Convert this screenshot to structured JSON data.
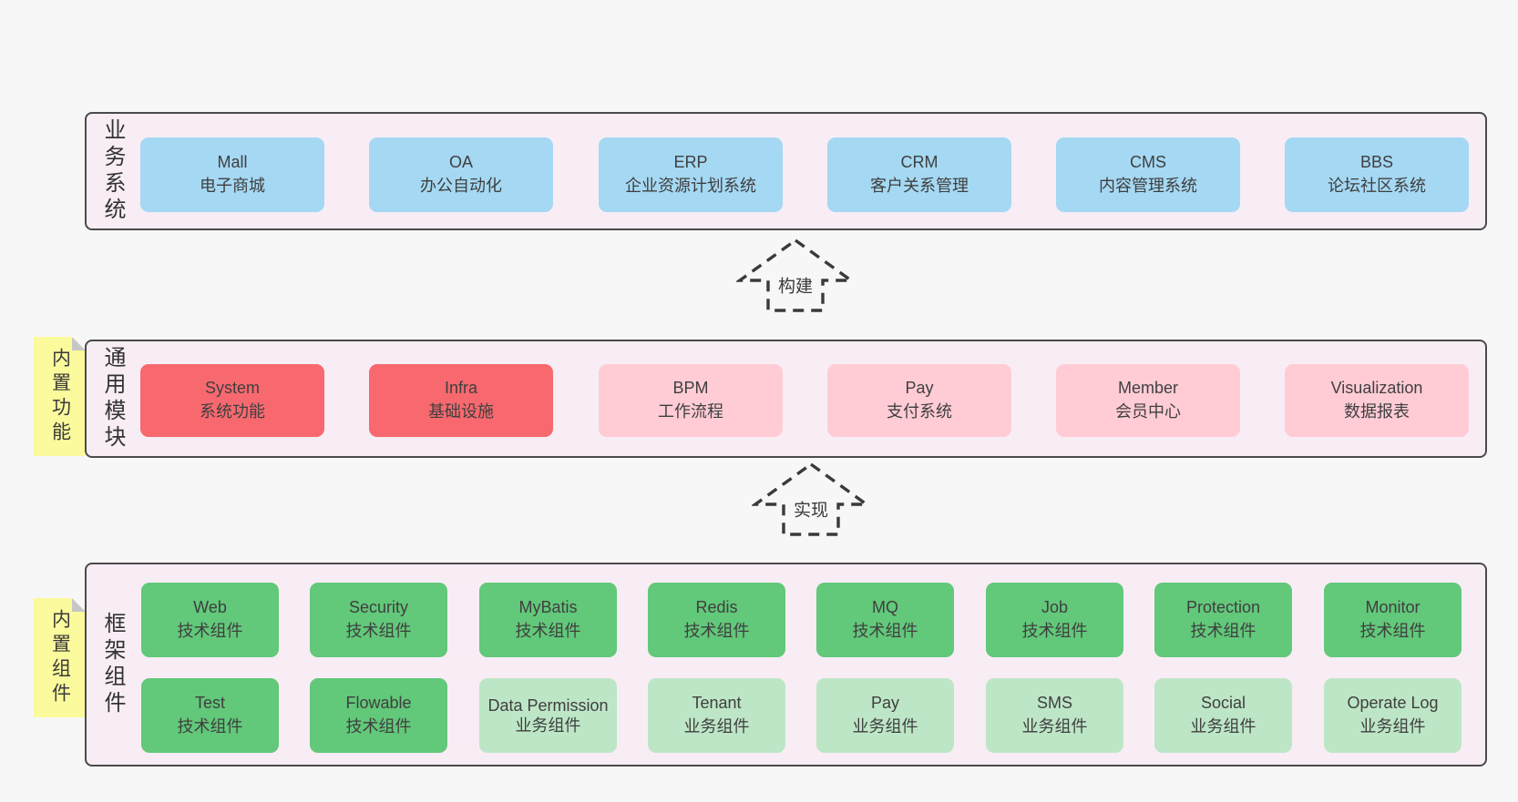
{
  "colors": {
    "background": "#f7f7f7",
    "panel": "#f8edf5",
    "panel_border": "#4a4a4a",
    "blue_box": "#a5d8f3",
    "red_box": "#f7696f",
    "pink_box": "#ffccd6",
    "green_box": "#62c87a",
    "light_green_box": "#bde6c6",
    "note_yellow": "#fbfa9c",
    "text": "#3d3d3d"
  },
  "arrows": [
    {
      "label": "构建"
    },
    {
      "label": "实现"
    }
  ],
  "sections": [
    {
      "label": "业务系统",
      "boxes": [
        {
          "title": "Mall",
          "subtitle": "电子商城",
          "variant": "blue"
        },
        {
          "title": "OA",
          "subtitle": "办公自动化",
          "variant": "blue"
        },
        {
          "title": "ERP",
          "subtitle": "企业资源计划系统",
          "variant": "blue"
        },
        {
          "title": "CRM",
          "subtitle": "客户关系管理",
          "variant": "blue"
        },
        {
          "title": "CMS",
          "subtitle": "内容管理系统",
          "variant": "blue"
        },
        {
          "title": "BBS",
          "subtitle": "论坛社区系统",
          "variant": "blue"
        }
      ]
    },
    {
      "label": "通用模块",
      "note": "内置功能",
      "boxes": [
        {
          "title": "System",
          "subtitle": "系统功能",
          "variant": "red"
        },
        {
          "title": "Infra",
          "subtitle": "基础设施",
          "variant": "red"
        },
        {
          "title": "BPM",
          "subtitle": "工作流程",
          "variant": "pink"
        },
        {
          "title": "Pay",
          "subtitle": "支付系统",
          "variant": "pink"
        },
        {
          "title": "Member",
          "subtitle": "会员中心",
          "variant": "pink"
        },
        {
          "title": "Visualization",
          "subtitle": "数据报表",
          "variant": "pink"
        }
      ]
    },
    {
      "label": "框架组件",
      "note": "内置组件",
      "rows": [
        [
          {
            "title": "Web",
            "subtitle": "技术组件",
            "variant": "green"
          },
          {
            "title": "Security",
            "subtitle": "技术组件",
            "variant": "green"
          },
          {
            "title": "MyBatis",
            "subtitle": "技术组件",
            "variant": "green"
          },
          {
            "title": "Redis",
            "subtitle": "技术组件",
            "variant": "green"
          },
          {
            "title": "MQ",
            "subtitle": "技术组件",
            "variant": "green"
          },
          {
            "title": "Job",
            "subtitle": "技术组件",
            "variant": "green"
          },
          {
            "title": "Protection",
            "subtitle": "技术组件",
            "variant": "green"
          },
          {
            "title": "Monitor",
            "subtitle": "技术组件",
            "variant": "green"
          }
        ],
        [
          {
            "title": "Test",
            "subtitle": "技术组件",
            "variant": "green"
          },
          {
            "title": "Flowable",
            "subtitle": "技术组件",
            "variant": "green"
          },
          {
            "title": "Data Permission",
            "subtitle": "业务组件",
            "variant": "lightgreen"
          },
          {
            "title": "Tenant",
            "subtitle": "业务组件",
            "variant": "lightgreen"
          },
          {
            "title": "Pay",
            "subtitle": "业务组件",
            "variant": "lightgreen"
          },
          {
            "title": "SMS",
            "subtitle": "业务组件",
            "variant": "lightgreen"
          },
          {
            "title": "Social",
            "subtitle": "业务组件",
            "variant": "lightgreen"
          },
          {
            "title": "Operate Log",
            "subtitle": "业务组件",
            "variant": "lightgreen"
          }
        ]
      ]
    }
  ]
}
